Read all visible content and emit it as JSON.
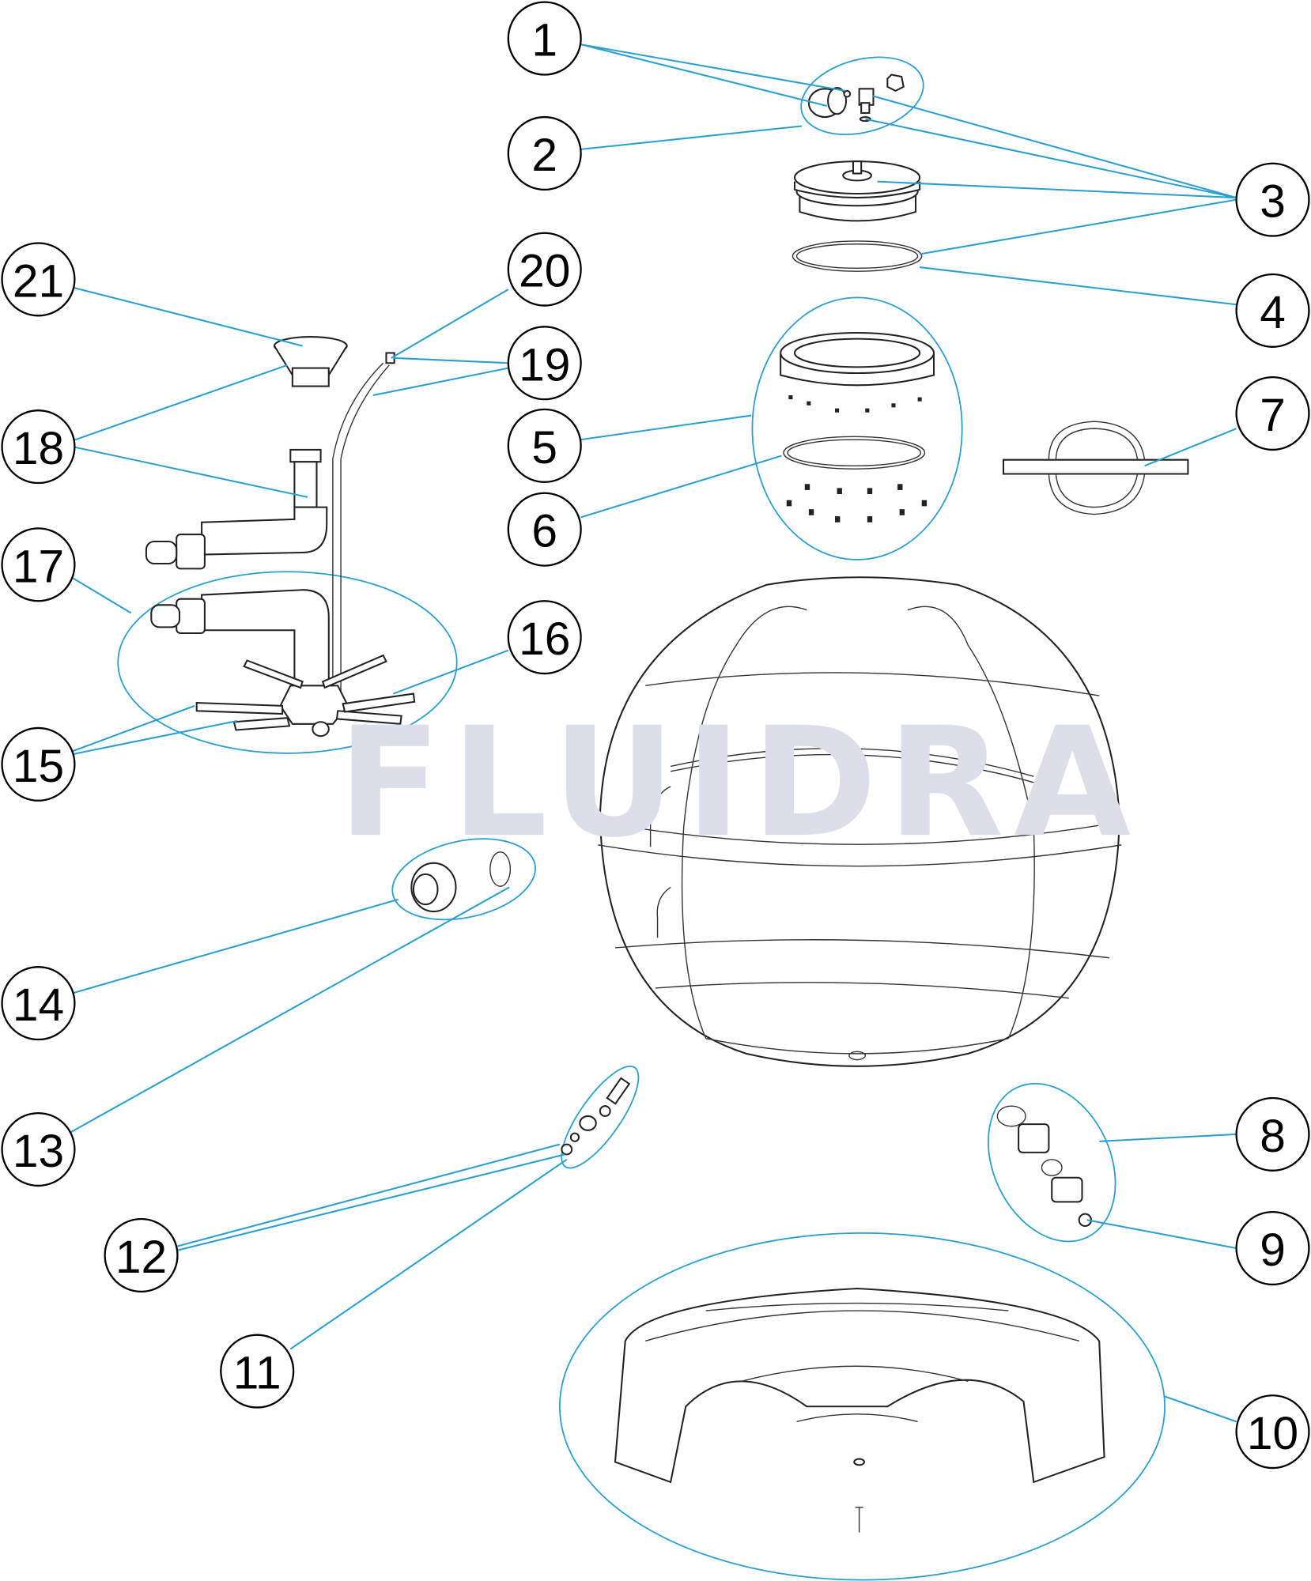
{
  "watermark": "FLUIDRA",
  "colors": {
    "leader": "#2a9fcf",
    "watermark": "#dcdeea",
    "outline": "#222222"
  },
  "callouts": [
    "1",
    "2",
    "3",
    "4",
    "5",
    "6",
    "7",
    "8",
    "9",
    "10",
    "11",
    "12",
    "13",
    "14",
    "15",
    "16",
    "17",
    "18",
    "19",
    "20",
    "21"
  ]
}
